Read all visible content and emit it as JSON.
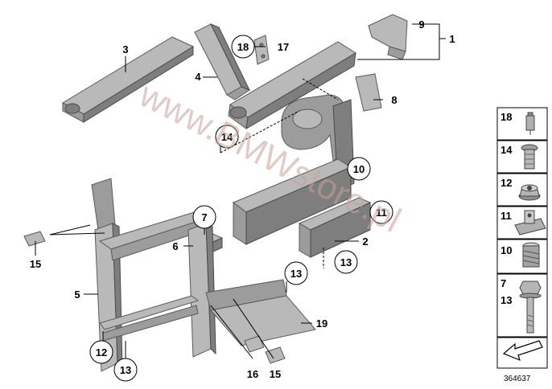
{
  "watermark": "www.BMWstore.pl",
  "diagram_id": "364637",
  "callouts": {
    "c1": "1",
    "c2": "2",
    "c3": "3",
    "c4": "4",
    "c5": "5",
    "c6": "6",
    "c7": "7",
    "c8": "8",
    "c9": "9",
    "c10": "10",
    "c11": "11",
    "c12": "12",
    "c13a": "13",
    "c13b": "13",
    "c13c": "13",
    "c14": "14",
    "c15a": "15",
    "c15b": "15",
    "c16": "16",
    "c17": "17",
    "c18": "18",
    "c19": "19"
  },
  "legend": [
    {
      "label": "18",
      "icon": "rivet-icon"
    },
    {
      "label": "14",
      "icon": "expanding-rivet-icon"
    },
    {
      "label": "12",
      "icon": "hex-collar-nut-icon"
    },
    {
      "label": "11",
      "icon": "clip-nut-icon"
    },
    {
      "label": "10",
      "icon": "threaded-insert-icon"
    },
    {
      "label": "7",
      "label2": "13",
      "icon": "hex-bolt-icon"
    },
    {
      "label": "",
      "icon": "direction-arrow-icon"
    }
  ]
}
